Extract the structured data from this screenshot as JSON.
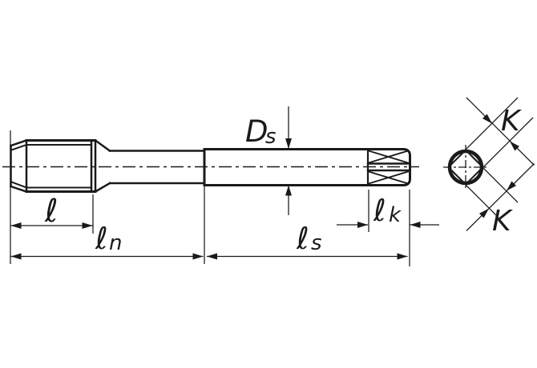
{
  "drawing": {
    "kind": "tap-dimension-diagram",
    "colors": {
      "line": "#1a1a1a",
      "background": "#ffffff"
    },
    "labels": {
      "thread_length": {
        "main": "ℓ",
        "sub": ""
      },
      "neck_length": {
        "main": "ℓ",
        "sub": "n"
      },
      "shank_length": {
        "main": "ℓ",
        "sub": "s"
      },
      "square_length": {
        "main": "ℓ",
        "sub": "k"
      },
      "shank_diameter": {
        "main": "D",
        "sub": "s"
      },
      "square_width_top": "K",
      "square_width_bottom": "K"
    }
  }
}
